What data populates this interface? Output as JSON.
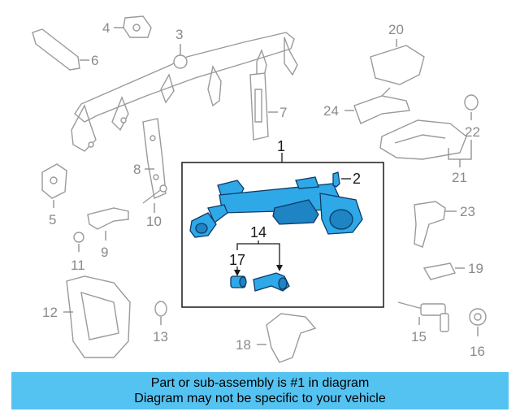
{
  "callouts": {
    "c1": "1",
    "c2": "2",
    "c3": "3",
    "c4": "4",
    "c5": "5",
    "c6": "6",
    "c7": "7",
    "c8": "8",
    "c9": "9",
    "c10": "10",
    "c11": "11",
    "c12": "12",
    "c13": "13",
    "c14": "14",
    "c15": "15",
    "c16": "16",
    "c17": "17",
    "c18": "18",
    "c19": "19",
    "c20": "20",
    "c21": "21",
    "c22": "22",
    "c23": "23",
    "c24": "24"
  },
  "highlight_color": "#2fa8e8",
  "banner": {
    "line1": "Part or sub-assembly is #1 in diagram",
    "line2": "Diagram may not be specific to your vehicle",
    "background": "#55c3f2"
  }
}
